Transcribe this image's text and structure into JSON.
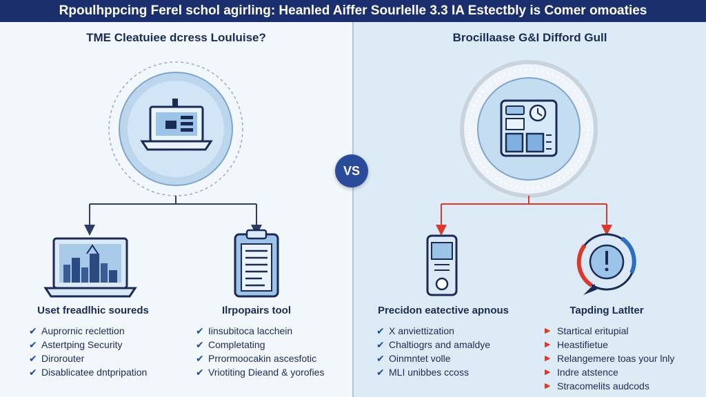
{
  "header": {
    "title": "Rpoulhppcing Ferel schol agirling: Heanled Aiffer Sourlelle 3.3 IA Estectbly is Comer omoaties"
  },
  "left_panel": {
    "title": "TME Cleatuiee dcress Louluise?",
    "columns": [
      {
        "title": "Uset freadlhic soureds",
        "items": [
          "Auprornic reclettion",
          "Astertping Security",
          "Dirorouter",
          "Disablicatee dntpripation"
        ]
      },
      {
        "title": "Ilrpopairs tool",
        "items": [
          "Iinsubitoca lacchein",
          "Completating",
          "Prrormoocakin ascesfotic",
          "Vriotiting Dieand & yorofies"
        ]
      }
    ]
  },
  "right_panel": {
    "title": "Brocillaase G&I Difford Gull",
    "columns": [
      {
        "title": "Precidon eatective apnous",
        "items": [
          "X anviettization",
          "Chaltiogrs and amaldye",
          "Oinmntet volle",
          "MLI unibbes ccoss"
        ]
      },
      {
        "title": "Tapding Latlter",
        "items": [
          "Startical eritupial",
          "Heastifietue",
          "Relangemere toas your lnly",
          "Indre atstence",
          "Stracomelits audcods"
        ]
      }
    ]
  },
  "vs_label": "VS",
  "colors": {
    "header_bg": "#1b2f6e",
    "left_bg": "#f2f7fc",
    "right_bg": "#dcebf6",
    "accent_blue": "#2a4a9a",
    "connector_left": "#2b3d66",
    "connector_right": "#d93a2b"
  },
  "icons": {
    "left_hub": "laptop-icon",
    "right_hub": "dashboard-device-icon",
    "col1": "laptop-city-icon",
    "col2": "clipboard-icon",
    "col3": "smartphone-icon",
    "col4": "alert-gauge-icon",
    "left_bullet": "check-icon",
    "right_bullet": "arrow-icon"
  }
}
